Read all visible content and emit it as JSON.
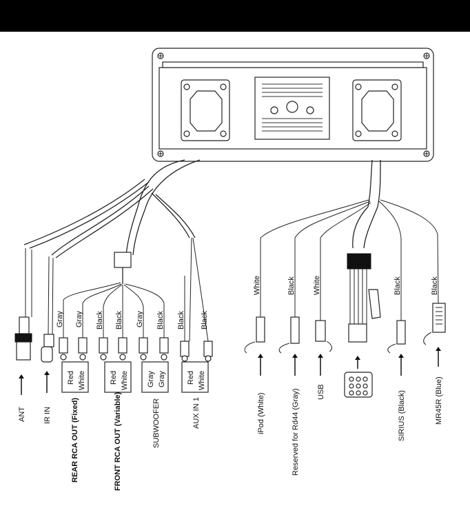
{
  "header": {
    "bar_color": "#000000"
  },
  "wire_colors": {
    "rear_left": "Gray",
    "rear_right": "Gray",
    "front_left": "Black",
    "front_right": "Black",
    "sub_left": "Gray",
    "sub_right": "Black",
    "aux_left": "Black",
    "aux_right": "Black",
    "ipod": "White",
    "rd44": "Black",
    "usb": "White",
    "sirius": "Black",
    "mr45r": "Black"
  },
  "rca_pairs": {
    "rear": [
      "Red",
      "White"
    ],
    "front": [
      "Red",
      "White"
    ],
    "sub": [
      "Gray",
      "Gray"
    ],
    "aux": [
      "Red",
      "White"
    ]
  },
  "connectors": {
    "ant": "ANT",
    "ir_in": "IR IN",
    "rear_rca": "REAR RCA OUT (Fixed)",
    "front_rca": "FRONT RCA OUT (Variable)",
    "subwoofer": "SUBWOOFER",
    "aux_in": "AUX IN 1",
    "ipod": "iPod (White)",
    "rd44": "Reserved for Rd44 (Gray)",
    "usb": "USB",
    "sirius": "SIRIUS (Black)",
    "mr45r": "MR45R (Blue)"
  }
}
